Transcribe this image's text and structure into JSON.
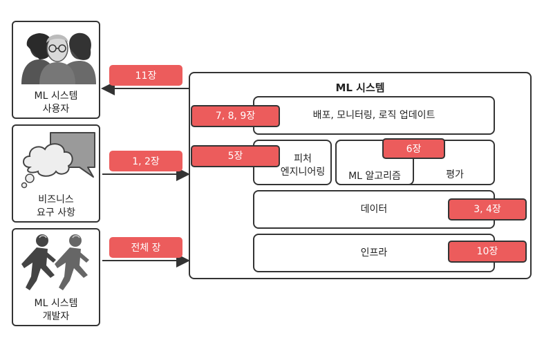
{
  "actors": {
    "users": {
      "label": "ML 시스템\n사용자",
      "icon": "people-icon"
    },
    "business": {
      "label": "비즈니스\n요구 사항",
      "icon": "speech-clouds-icon"
    },
    "developers": {
      "label": "ML 시스템\n개발자",
      "icon": "runners-icon"
    }
  },
  "flows": {
    "to_users": "11장",
    "from_business": "1, 2장",
    "from_developers": "전체 장"
  },
  "system": {
    "title": "ML 시스템",
    "deploy": {
      "label": "배포, 모니터링, 로직 업데이트",
      "badge": "7, 8, 9장"
    },
    "feature": {
      "label": "피처\n엔지니어링",
      "badge": "5장"
    },
    "algo": {
      "label": "ML 알고리즘",
      "badge": "6장"
    },
    "eval": {
      "label": "평가"
    },
    "data": {
      "label": "데이터",
      "badge": "3, 4장"
    },
    "infra": {
      "label": "인프라",
      "badge": "10장"
    }
  },
  "colors": {
    "badge": "#ec5c5c",
    "stroke": "#333333"
  }
}
